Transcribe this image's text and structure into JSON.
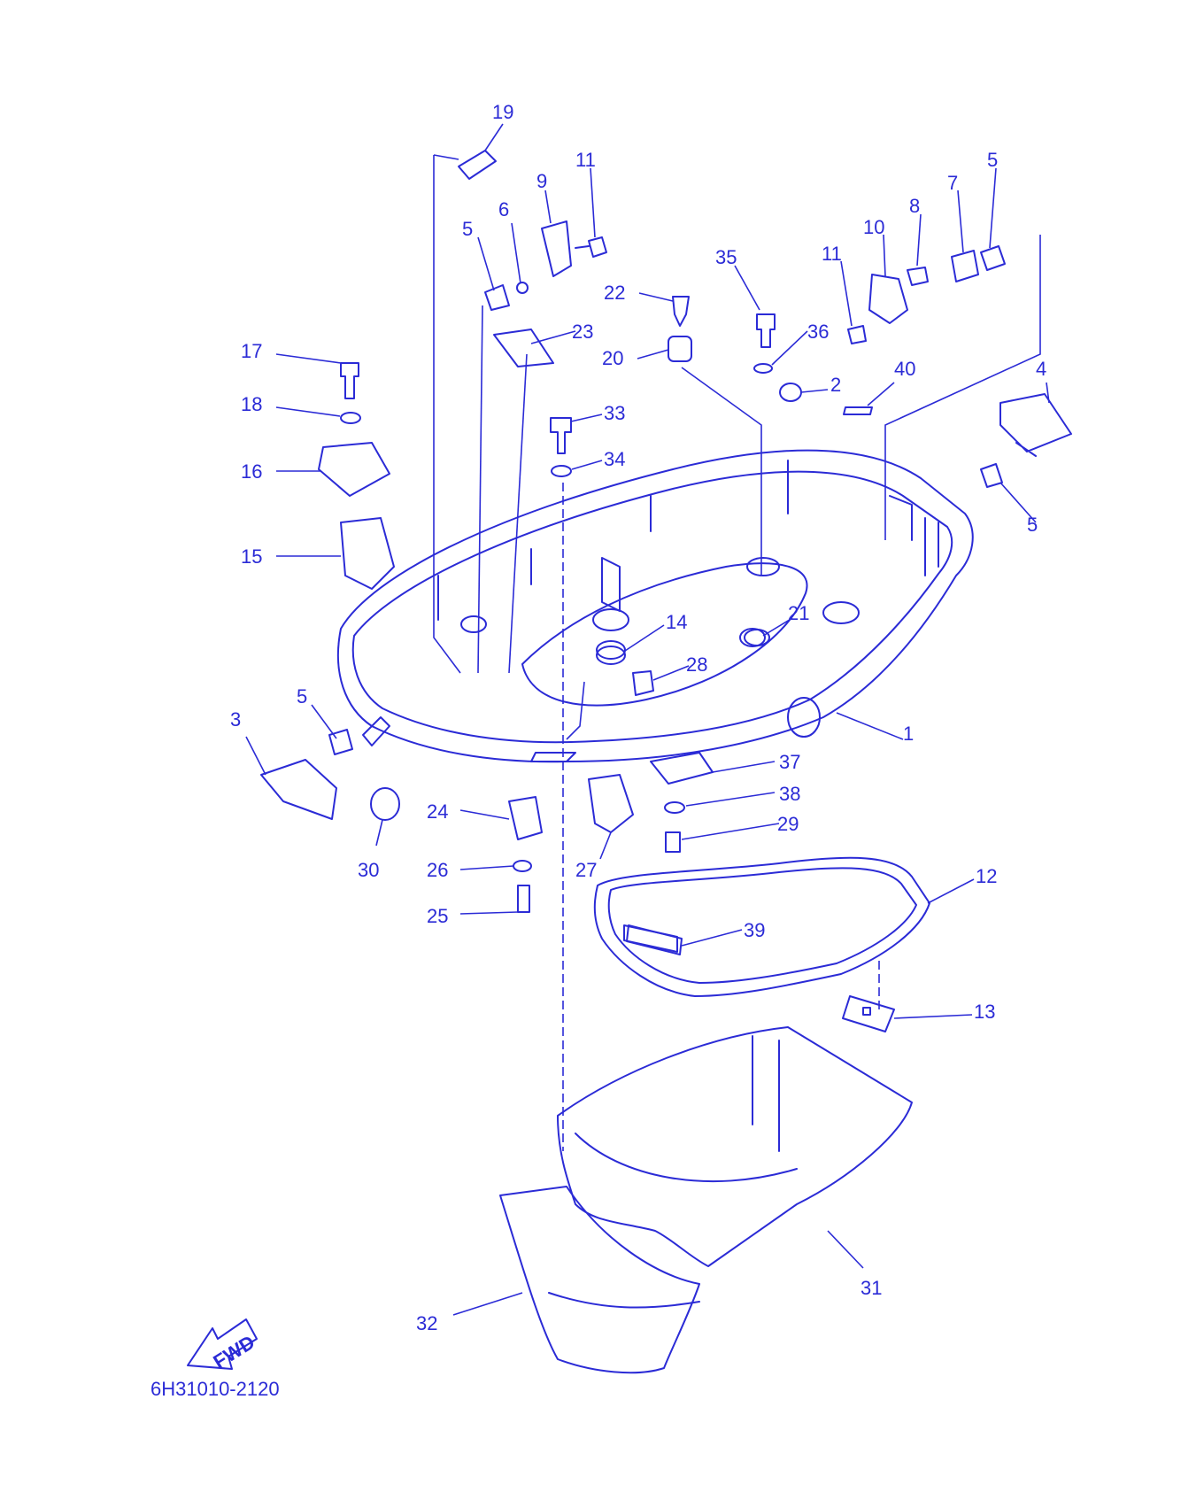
{
  "diagram": {
    "reference_code": "6H31010-2120",
    "direction_label": "FWD",
    "part_callouts": [
      {
        "num": "1"
      },
      {
        "num": "2"
      },
      {
        "num": "3"
      },
      {
        "num": "4"
      },
      {
        "num": "5"
      },
      {
        "num": "5"
      },
      {
        "num": "5"
      },
      {
        "num": "5"
      },
      {
        "num": "6"
      },
      {
        "num": "7"
      },
      {
        "num": "8"
      },
      {
        "num": "9"
      },
      {
        "num": "10"
      },
      {
        "num": "11"
      },
      {
        "num": "11"
      },
      {
        "num": "12"
      },
      {
        "num": "13"
      },
      {
        "num": "14"
      },
      {
        "num": "15"
      },
      {
        "num": "16"
      },
      {
        "num": "17"
      },
      {
        "num": "18"
      },
      {
        "num": "19"
      },
      {
        "num": "20"
      },
      {
        "num": "21"
      },
      {
        "num": "22"
      },
      {
        "num": "23"
      },
      {
        "num": "24"
      },
      {
        "num": "25"
      },
      {
        "num": "26"
      },
      {
        "num": "27"
      },
      {
        "num": "28"
      },
      {
        "num": "29"
      },
      {
        "num": "30"
      },
      {
        "num": "31"
      },
      {
        "num": "32"
      },
      {
        "num": "33"
      },
      {
        "num": "34"
      },
      {
        "num": "35"
      },
      {
        "num": "36"
      },
      {
        "num": "37"
      },
      {
        "num": "38"
      },
      {
        "num": "39"
      },
      {
        "num": "40"
      }
    ],
    "colors": {
      "ink": "#2b2bd6",
      "background": "#ffffff"
    }
  }
}
